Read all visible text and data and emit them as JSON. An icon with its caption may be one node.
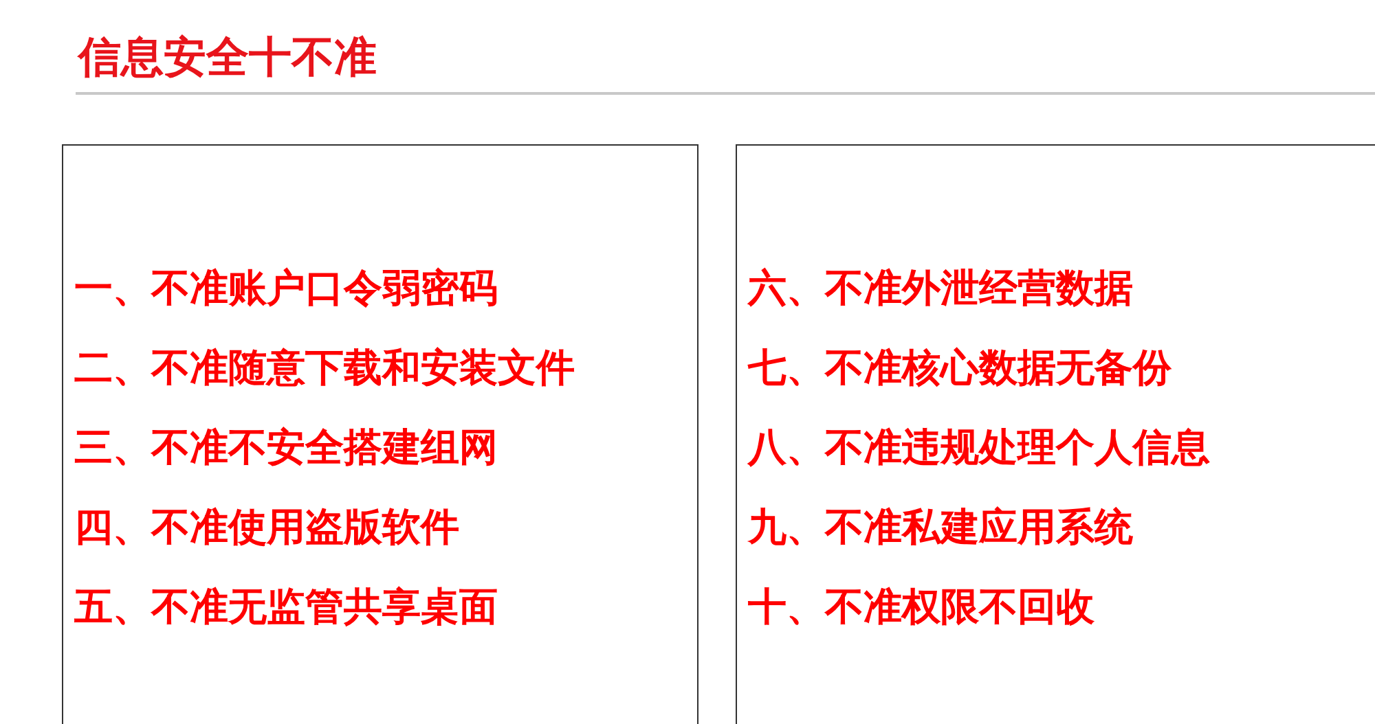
{
  "diagram": {
    "title": "信息安全十不准",
    "nodes": [
      {
        "text": [
          "一、不准账户口令弱密码",
          "二、不准随意下载和安装文件",
          "三、不准不安全搭建组网",
          "四、不准使用盗版软件",
          "五、不准无监管共享桌面"
        ]
      },
      {
        "text": [
          "六、不准外泄经营数据",
          "七、不准核心数据无备份",
          "八、不准违规处理个人信息",
          "九、不准私建应用系统",
          "十、不准权限不回收"
        ]
      }
    ]
  }
}
